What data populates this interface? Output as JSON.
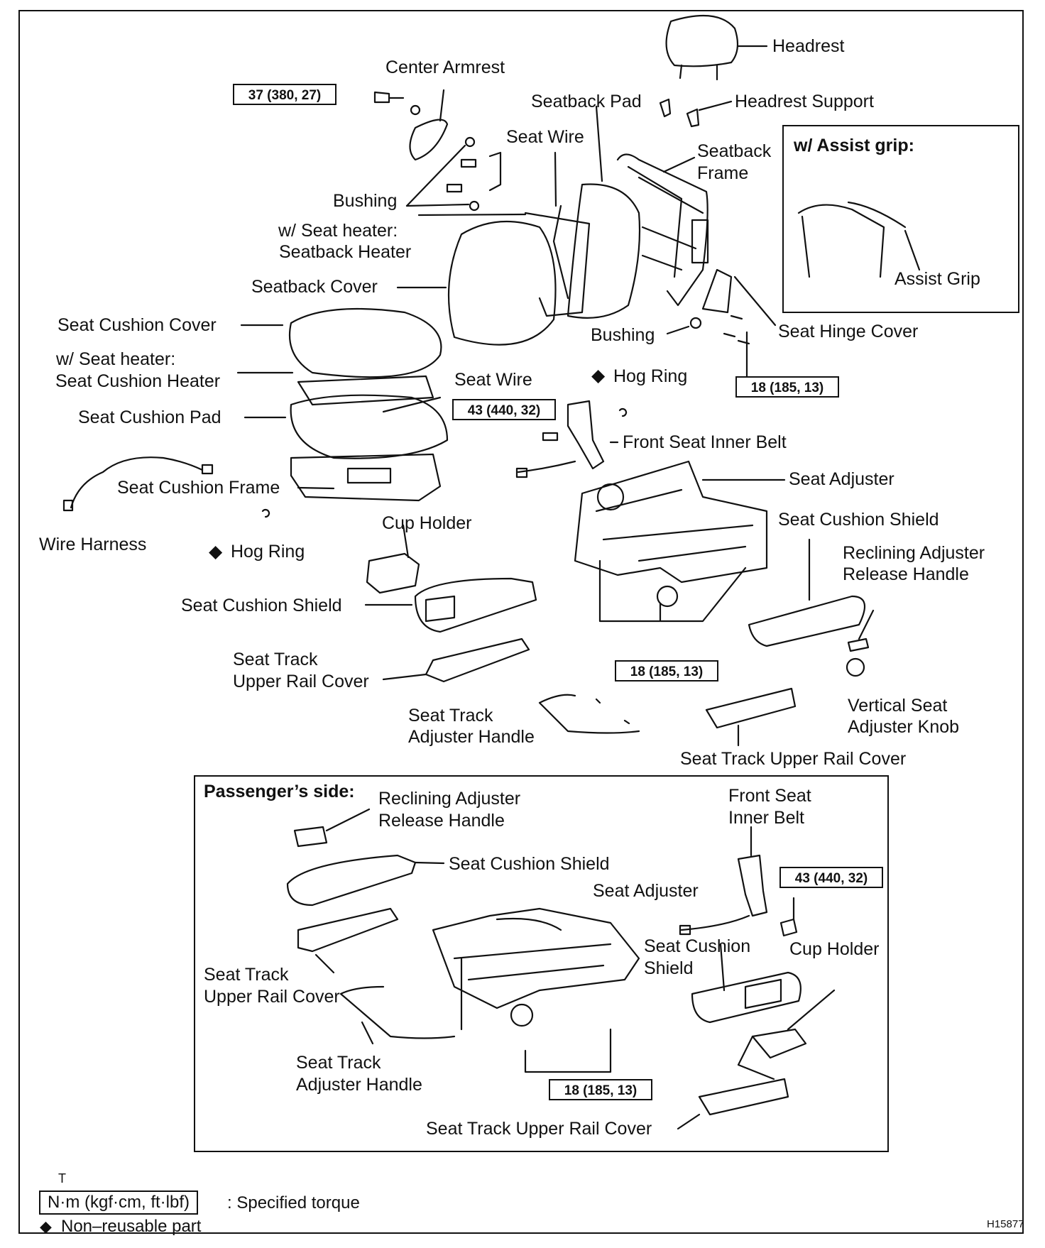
{
  "labels": {
    "headrest": "Headrest",
    "center_armrest": "Center Armrest",
    "seatback_pad": "Seatback Pad",
    "headrest_support": "Headrest Support",
    "seat_wire_top": "Seat Wire",
    "seatback_frame_1": "Seatback",
    "seatback_frame_2": "Frame",
    "bushing_top": "Bushing",
    "seatback_heater_1": "w/ Seat heater:",
    "seatback_heater_2": "Seatback Heater",
    "seatback_cover": "Seatback Cover",
    "seat_cushion_cover": "Seat Cushion Cover",
    "seat_cushion_heater_1": "w/ Seat heater:",
    "seat_cushion_heater_2": "Seat Cushion Heater",
    "seat_wire_mid": "Seat Wire",
    "seat_cushion_pad": "Seat Cushion Pad",
    "bushing_mid": "Bushing",
    "seat_hinge_cover": "Seat Hinge Cover",
    "hog_ring_1": "Hog Ring",
    "front_seat_inner_belt": "Front Seat Inner Belt",
    "seat_cushion_frame": "Seat Cushion Frame",
    "seat_adjuster": "Seat Adjuster",
    "wire_harness": "Wire Harness",
    "hog_ring_2": "Hog Ring",
    "cup_holder": "Cup Holder",
    "seat_cushion_shield_r": "Seat Cushion Shield",
    "reclining_handle_1": "Reclining Adjuster",
    "reclining_handle_2": "Release Handle",
    "seat_cushion_shield_l": "Seat Cushion Shield",
    "upper_rail_cover_l_1": "Seat Track",
    "upper_rail_cover_l_2": "Upper Rail Cover",
    "track_handle_1": "Seat Track",
    "track_handle_2": "Adjuster Handle",
    "vertical_knob_1": "Vertical Seat",
    "vertical_knob_2": "Adjuster Knob",
    "upper_rail_cover_r": "Seat Track Upper Rail Cover",
    "assist_grip": "Assist Grip"
  },
  "assist_box": {
    "title": "w/ Assist grip:"
  },
  "torques": {
    "t1": "37 (380, 27)",
    "t2": "18 (185, 13)",
    "t3": "43 (440, 32)",
    "t4": "18 (185, 13)",
    "t5": "43 (440, 32)",
    "t6": "18 (185, 13)"
  },
  "passenger": {
    "title": "Passenger’s side:",
    "reclining_1": "Reclining Adjuster",
    "reclining_2": "Release Handle",
    "front_belt_1": "Front Seat",
    "front_belt_2": "Inner Belt",
    "seat_cushion_shield": "Seat Cushion Shield",
    "seat_adjuster": "Seat Adjuster",
    "shield2_1": "Seat Cushion",
    "shield2_2": "Shield",
    "cup_holder": "Cup Holder",
    "upper_rail_1": "Seat Track",
    "upper_rail_2": "Upper Rail Cover",
    "track_handle_1": "Seat Track",
    "track_handle_2": "Adjuster Handle",
    "upper_rail_r": "Seat Track Upper Rail Cover"
  },
  "legend": {
    "torque_unit": "N·m (kgf·cm, ft·lbf)",
    "torque_desc": ": Specified torque",
    "nonreusable": "Non–reusable part",
    "torque_mark": "T",
    "diamond": "◆"
  },
  "figure_id": "H15877"
}
